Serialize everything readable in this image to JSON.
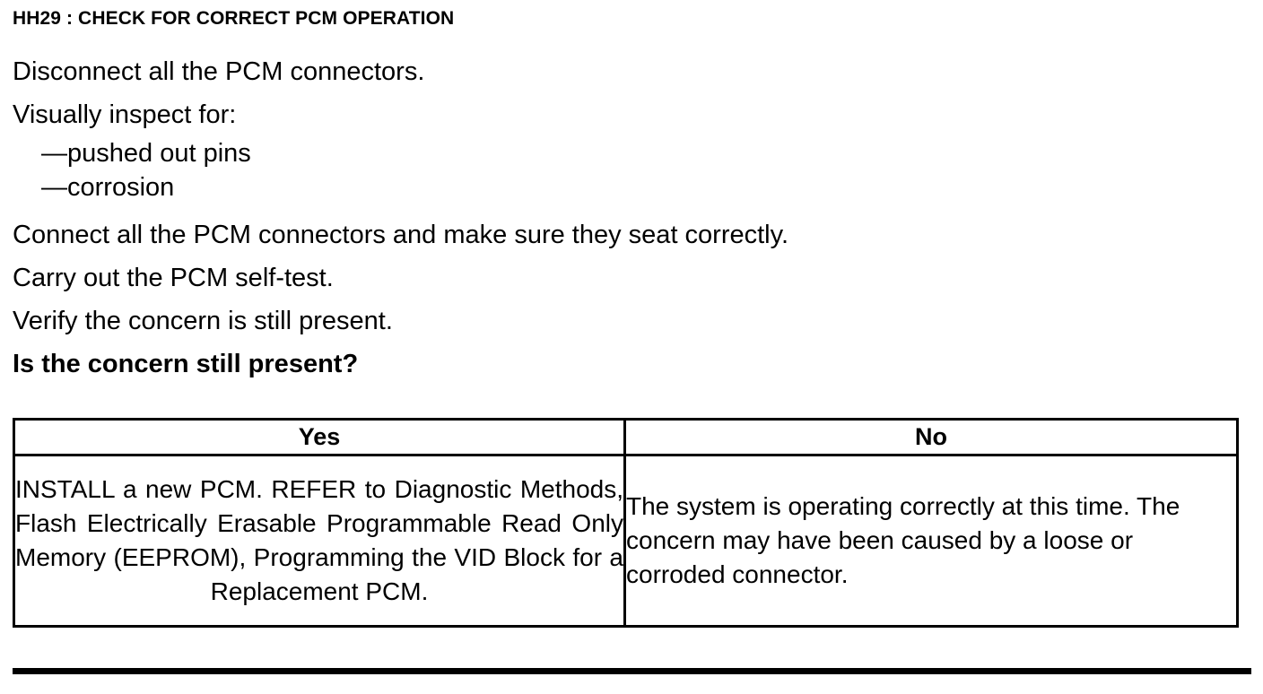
{
  "document": {
    "step_title": "HH29 : CHECK FOR CORRECT PCM OPERATION",
    "instructions": [
      "Disconnect all the PCM connectors.",
      "Visually inspect for:"
    ],
    "inspect_items": [
      "—pushed out pins",
      "—corrosion"
    ],
    "instructions_cont": [
      "Connect all the PCM connectors and make sure they seat correctly.",
      "Carry out the PCM self-test.",
      "Verify the concern is still present."
    ],
    "question": "Is the concern still present?"
  },
  "decision_table": {
    "headers": [
      "Yes",
      "No"
    ],
    "yes_action": "INSTALL a new PCM. REFER to Diagnostic Methods, Flash Electrically Erasable Programmable Read Only Memory (EEPROM), Programming the VID Block for a Replacement PCM.",
    "no_action": "The system is operating correctly at this time. The concern may have been caused by a loose or corroded connector."
  },
  "colors": {
    "text": "#000000",
    "background": "#ffffff",
    "border": "#000000"
  }
}
